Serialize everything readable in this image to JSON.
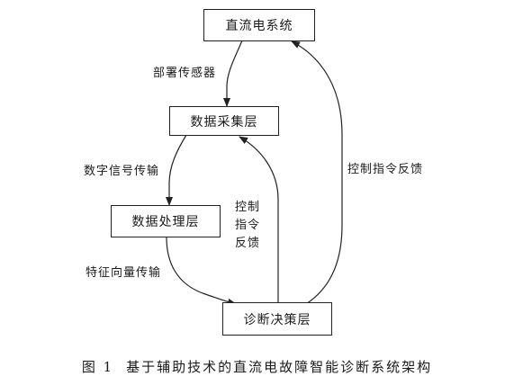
{
  "nodes": {
    "dc_system": "直流电系统",
    "data_acquisition": "数据采集层",
    "data_processing": "数据处理层",
    "diagnosis_decision": "诊断决策层"
  },
  "edges": {
    "sensor_deploy": "部署传感器",
    "digital_signal": "数字信号传输",
    "feature_vector": "特征向量传输",
    "control_feedback_inner": [
      "控制",
      "指令",
      "反馈"
    ],
    "control_feedback_outer": "控制指令反馈"
  },
  "caption": {
    "number": "图 1",
    "text": "基于辅助技术的直流电故障智能诊断系统架构"
  }
}
